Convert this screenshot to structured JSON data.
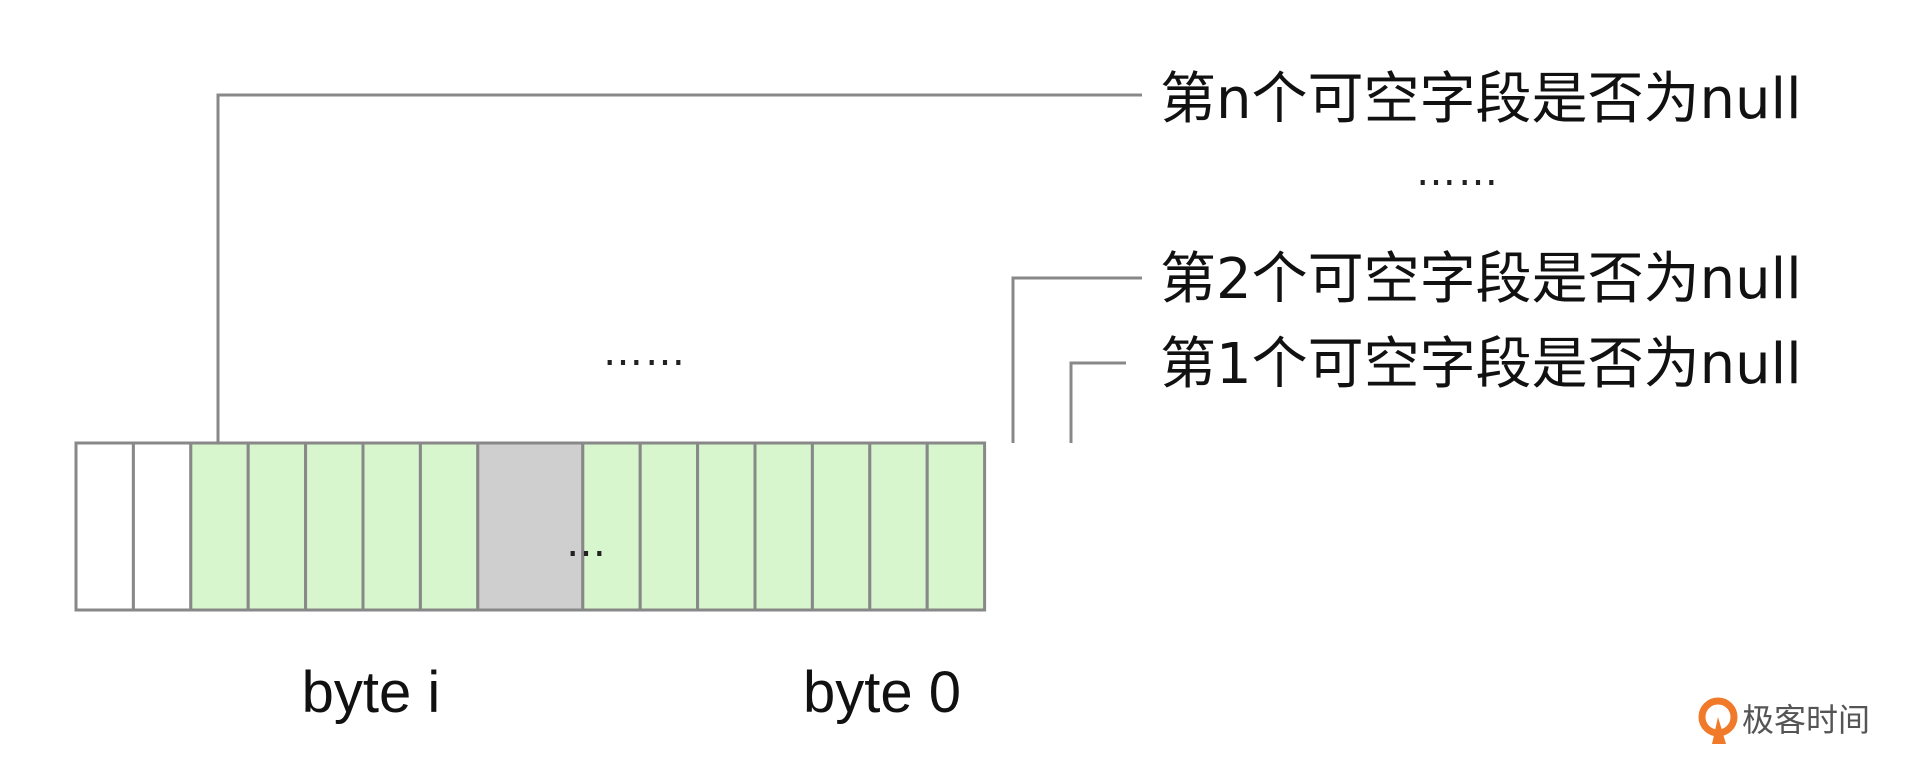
{
  "labels": {
    "field_n": "第n个可空字段是否为null",
    "dots_right": "……",
    "field_2": "第2个可空字段是否为null",
    "field_1": "第1个可空字段是否为null",
    "dots_middle": "……",
    "cell_dots": "…",
    "byte_i": "byte i",
    "byte_0": "byte 0"
  },
  "watermark": {
    "text": "极客时间"
  },
  "colors": {
    "bit_set": "#d7f6cd",
    "bit_unused": "#ffffff",
    "bit_gap": "#cfcfcf",
    "line": "#888888",
    "logo": "#f07a2a"
  },
  "bit_array": {
    "cells": [
      "unused",
      "unused",
      "bit",
      "bit",
      "bit",
      "bit",
      "bit",
      "gap",
      "bit",
      "bit",
      "bit",
      "bit",
      "bit",
      "bit",
      "bit"
    ]
  }
}
